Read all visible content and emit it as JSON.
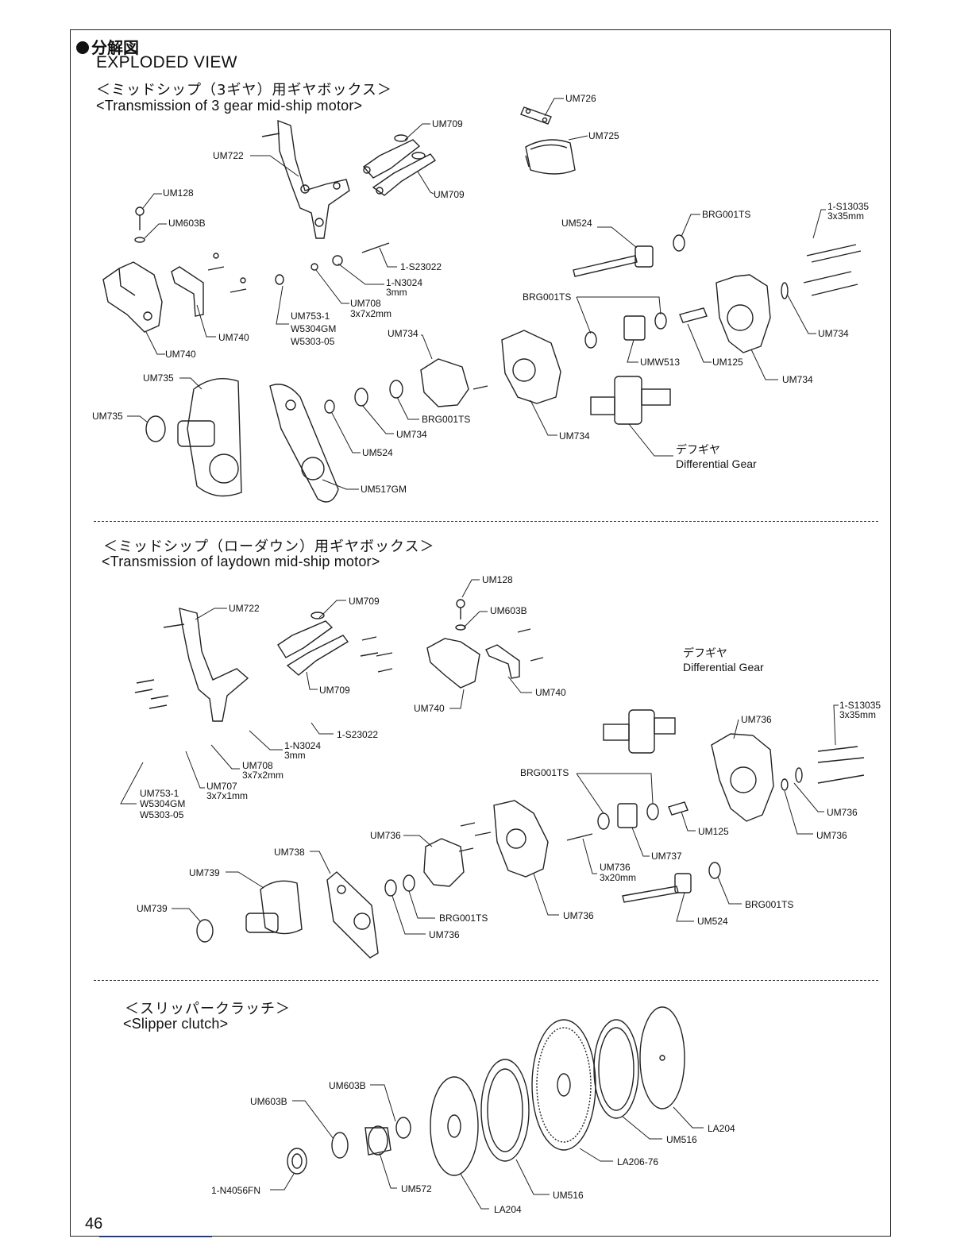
{
  "header": {
    "title_jp": "分解図",
    "title_en": "EXPLODED VIEW"
  },
  "sections": {
    "three_gear": {
      "title_jp": "＜ミッドシップ（3ギヤ）用ギヤボックス＞",
      "title_en": "<Transmission of 3 gear mid-ship motor>",
      "labels": [
        "UM726",
        "UM709",
        "UM725",
        "UM722",
        "UM709",
        "UM128",
        "UM603B",
        "BRG001TS",
        "1-S13035",
        "3x35mm",
        "UM524",
        "1-S23022",
        "1-N3024",
        "3mm",
        "UM708",
        "3x7x2mm",
        "UM753-1",
        "W5304GM",
        "W5303-05",
        "UM740",
        "UM740",
        "BRG001TS",
        "UM734",
        "UM734",
        "UM125",
        "UMW513",
        "UM734",
        "UM735",
        "UM735",
        "BRG001TS",
        "UM734",
        "UM524",
        "UM734",
        "UM517GM"
      ],
      "diff_jp": "デフギヤ",
      "diff_en": "Differential Gear"
    },
    "laydown": {
      "title_jp": "＜ミッドシップ（ローダウン）用ギヤボックス＞",
      "title_en": "<Transmission of laydown mid-ship motor>",
      "labels": [
        "UM128",
        "UM722",
        "UM709",
        "UM603B",
        "UM709",
        "UM740",
        "UM740",
        "1-S13035",
        "3x35mm",
        "UM736",
        "1-S23022",
        "1-N3024",
        "3mm",
        "UM708",
        "3x7x2mm",
        "UM707",
        "3x7x1mm",
        "UM753-1",
        "W5304GM",
        "W5303-05",
        "BRG001TS",
        "UM125",
        "UM736",
        "UM736",
        "UM736",
        "UM737",
        "UM738",
        "UM736",
        "3x20mm",
        "UM739",
        "UM739",
        "BRG001TS",
        "UM736",
        "UM736",
        "UM524",
        "BRG001TS"
      ],
      "diff_jp": "デフギヤ",
      "diff_en": "Differential Gear"
    },
    "slipper": {
      "title_jp": "＜スリッパークラッチ＞",
      "title_en": "<Slipper clutch>",
      "labels": [
        "UM603B",
        "UM603B",
        "LA204",
        "UM516",
        "LA206-76",
        "1-N4056FN",
        "UM572",
        "LA204",
        "UM516"
      ]
    }
  },
  "page_number": "46"
}
